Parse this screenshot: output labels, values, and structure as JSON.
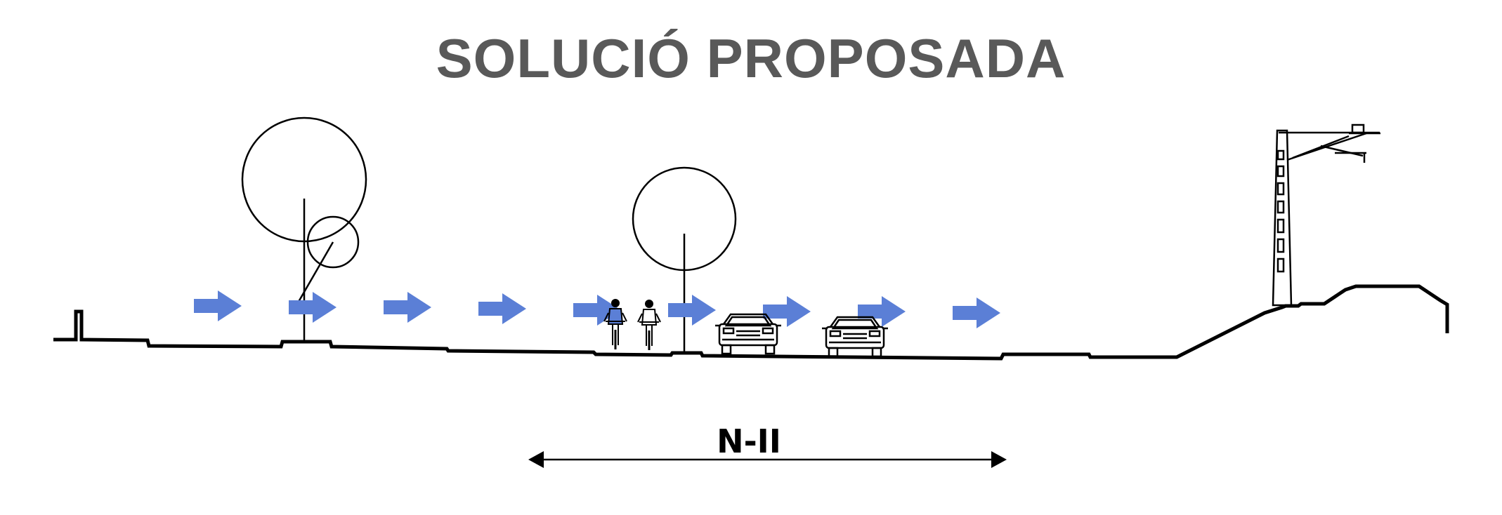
{
  "title": "SOLUCIÓ PROPOSADA",
  "dimension_label": "N-II",
  "colors": {
    "title": "#595959",
    "flow_arrow": "#5B7FD6",
    "line": "#000000"
  },
  "flow_arrows": {
    "count": 9,
    "direction": "right"
  },
  "icons": [
    "tree-icon",
    "cyclist-icon",
    "car-icon",
    "catenary-pole-icon",
    "double-arrow-icon"
  ]
}
